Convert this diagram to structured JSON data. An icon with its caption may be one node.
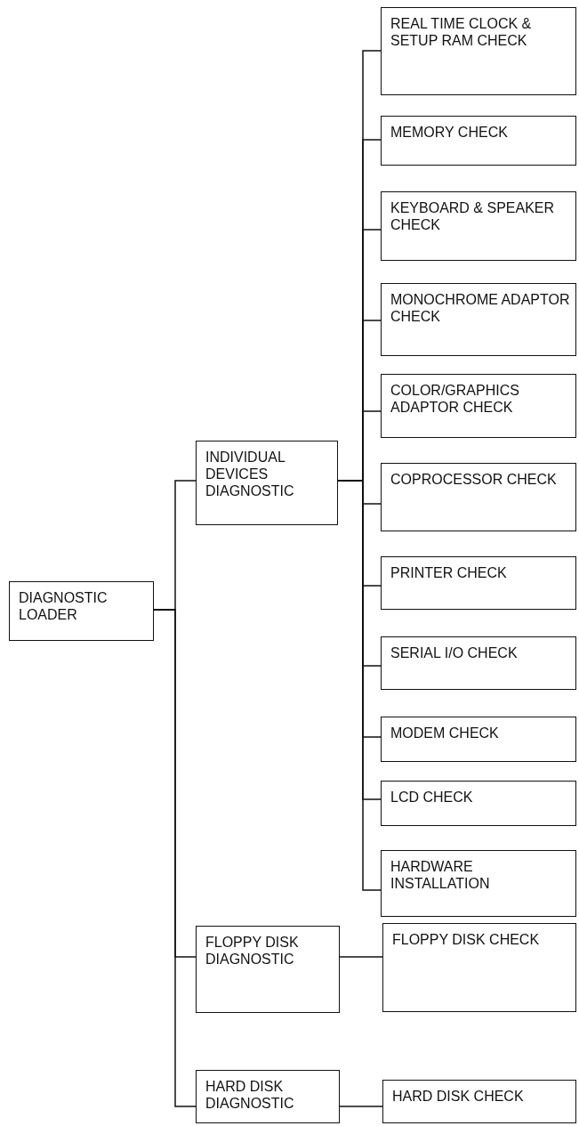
{
  "diagram": {
    "nodes": [
      {
        "text": [
          "DIAGNOSTIC LOADER"
        ]
      },
      {
        "text": [
          "INDIVIDUAL DEVICES DIAGNOSTIC"
        ]
      },
      {
        "text": [
          "REAL TIME CLOCK & SETUP RAM CHECK"
        ]
      },
      {
        "text": [
          "MEMORY CHECK"
        ]
      },
      {
        "text": [
          "KEYBOARD & SPEAKER CHECK"
        ]
      },
      {
        "text": [
          "MONOCHROME ADAPTOR CHECK"
        ]
      },
      {
        "text": [
          "COLOR/GRAPHICS ADAPTOR CHECK"
        ]
      },
      {
        "text": [
          "COPROCESSOR CHECK"
        ]
      },
      {
        "text": [
          "PRINTER CHECK"
        ]
      },
      {
        "text": [
          "SERIAL I/O CHECK"
        ]
      },
      {
        "text": [
          "MODEM CHECK"
        ]
      },
      {
        "text": [
          "LCD CHECK"
        ]
      },
      {
        "text": [
          "HARDWARE INSTALLATION"
        ]
      },
      {
        "text": [
          "FLOPPY DISK DIAGNOSTIC"
        ]
      },
      {
        "text": [
          "FLOPPY DISK CHECK"
        ]
      },
      {
        "text": [
          "HARD DISK DIAGNOSTIC"
        ]
      },
      {
        "text": [
          "HARD DISK CHECK"
        ]
      }
    ],
    "edges": [
      {
        "from": 0,
        "to": 1,
        "arrow": "none"
      },
      {
        "from": 0,
        "to": 13,
        "arrow": "none"
      },
      {
        "from": 0,
        "to": 15,
        "arrow": "none"
      },
      {
        "from": 1,
        "to": 2,
        "arrow": "none"
      },
      {
        "from": 1,
        "to": 3,
        "arrow": "none"
      },
      {
        "from": 1,
        "to": 4,
        "arrow": "none"
      },
      {
        "from": 1,
        "to": 5,
        "arrow": "none"
      },
      {
        "from": 1,
        "to": 6,
        "arrow": "none"
      },
      {
        "from": 1,
        "to": 7,
        "arrow": "none"
      },
      {
        "from": 1,
        "to": 8,
        "arrow": "none"
      },
      {
        "from": 1,
        "to": 9,
        "arrow": "none"
      },
      {
        "from": 1,
        "to": 10,
        "arrow": "none"
      },
      {
        "from": 1,
        "to": 11,
        "arrow": "none"
      },
      {
        "from": 1,
        "to": 12,
        "arrow": "none"
      },
      {
        "from": 13,
        "to": 14,
        "arrow": "none"
      },
      {
        "from": 15,
        "to": 16,
        "arrow": "none"
      }
    ]
  }
}
